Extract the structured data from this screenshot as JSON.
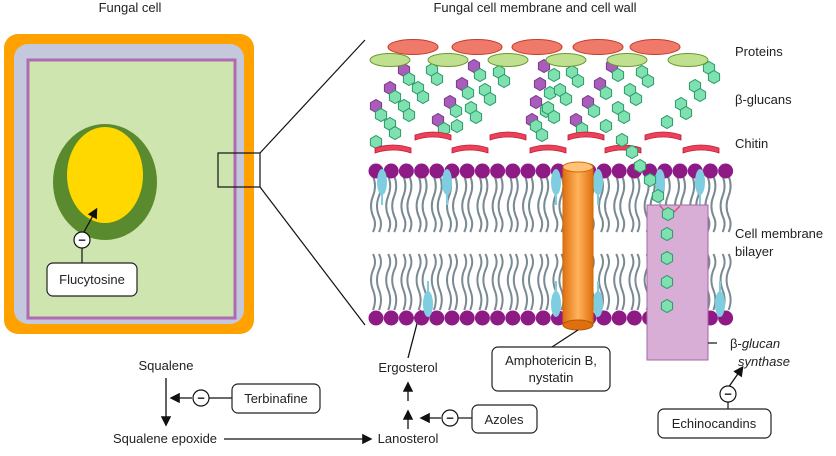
{
  "titles": {
    "left": "Fungal cell",
    "right": "Fungal cell membrane and cell wall"
  },
  "layers": {
    "proteins": "Proteins",
    "glucans": "β-glucans",
    "chitin": "Chitin",
    "membrane_line1": "Cell membrane",
    "membrane_line2": "bilayer"
  },
  "pathway": {
    "squalene": "Squalene",
    "squalene_epoxide": "Squalene epoxide",
    "lanosterol": "Lanosterol",
    "ergosterol": "Ergosterol"
  },
  "drugs": {
    "flucytosine": "Flucytosine",
    "terbinafine": "Terbinafine",
    "azoles": "Azoles",
    "amphotericin_line1": "Amphotericin B,",
    "amphotericin_line2": "nystatin",
    "echinocandins": "Echinocandins"
  },
  "enzyme": {
    "prefix": "β-",
    "word1": "glucan",
    "word2": "synthase"
  },
  "inhibit_symbol": "−",
  "colors": {
    "cell_wall_outer": "#FFA200",
    "cell_wall_inner": "#C4C8DC",
    "membrane": "#B06AB3",
    "cytoplasm": "#CFE5AF",
    "nucleus_ring": "#5A8A2E",
    "nucleus": "#FFD800",
    "protein_red": "#F07A6A",
    "protein_green": "#BFE08F",
    "glucan_purple": "#A95DBA",
    "glucan_green": "#7FE0B0",
    "chitin": "#EE4058",
    "lipid_head": "#8E1A86",
    "lipid_tail": "#7A8A93",
    "ergosterol": "#7FCDE0",
    "channel": "#F08A1E",
    "synthase": "#D9AED6"
  }
}
